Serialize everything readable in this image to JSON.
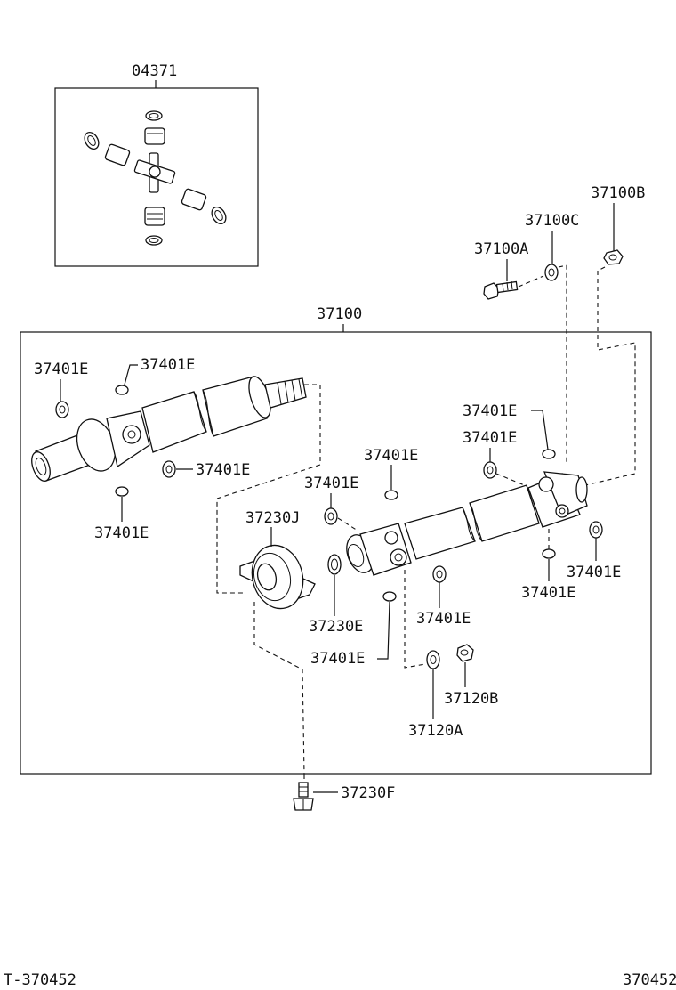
{
  "parts": {
    "p04371": "04371",
    "p37100": "37100",
    "p37100A": "37100A",
    "p37100B": "37100B",
    "p37100C": "37100C",
    "p37401E": "37401E",
    "p37230J": "37230J",
    "p37230E": "37230E",
    "p37230F": "37230F",
    "p37120A": "37120A",
    "p37120B": "37120B"
  },
  "footer": {
    "left_code": "T-370452",
    "right_code": "370452"
  }
}
